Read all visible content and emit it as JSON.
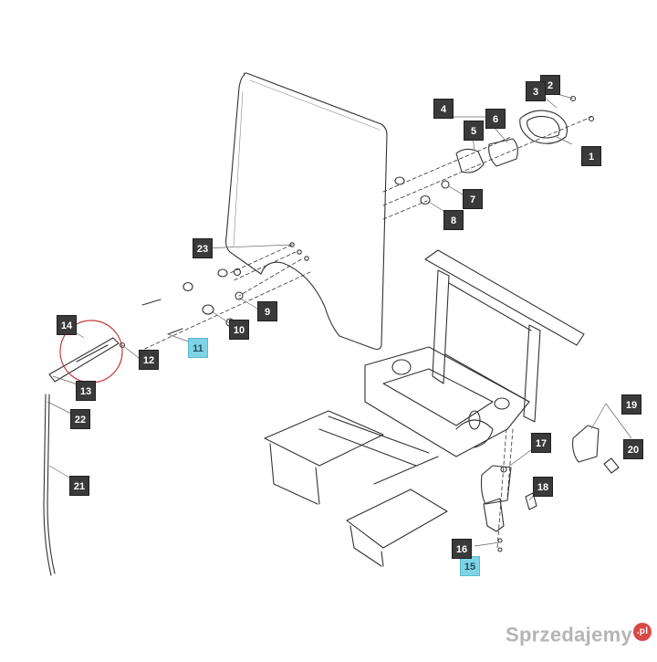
{
  "callouts": [
    {
      "label": "1",
      "highlight": true
    },
    {
      "label": "2",
      "highlight": false
    },
    {
      "label": "3",
      "highlight": false
    },
    {
      "label": "4",
      "highlight": false
    },
    {
      "label": "5",
      "highlight": false
    },
    {
      "label": "6",
      "highlight": false
    },
    {
      "label": "7",
      "highlight": false
    },
    {
      "label": "8",
      "highlight": false
    },
    {
      "label": "9",
      "highlight": false
    },
    {
      "label": "10",
      "highlight": false
    },
    {
      "label": "11",
      "highlight": true
    },
    {
      "label": "12",
      "highlight": false
    },
    {
      "label": "13",
      "highlight": false
    },
    {
      "label": "14",
      "highlight": false
    },
    {
      "label": "15",
      "highlight": true
    },
    {
      "label": "16",
      "highlight": false
    },
    {
      "label": "17",
      "highlight": false
    },
    {
      "label": "18",
      "highlight": false
    },
    {
      "label": "19",
      "highlight": false
    },
    {
      "label": "20",
      "highlight": false
    },
    {
      "label": "21",
      "highlight": false
    },
    {
      "label": "22",
      "highlight": false
    },
    {
      "label": "23",
      "highlight": false
    }
  ],
  "watermark": {
    "text": "Sprzedajemy",
    "suffix": ".pl"
  },
  "colors": {
    "line": "#333333",
    "callout_dark": "#3a3a3a",
    "callout_highlight": "#7fd3e6",
    "circle": "#c23b3b"
  }
}
